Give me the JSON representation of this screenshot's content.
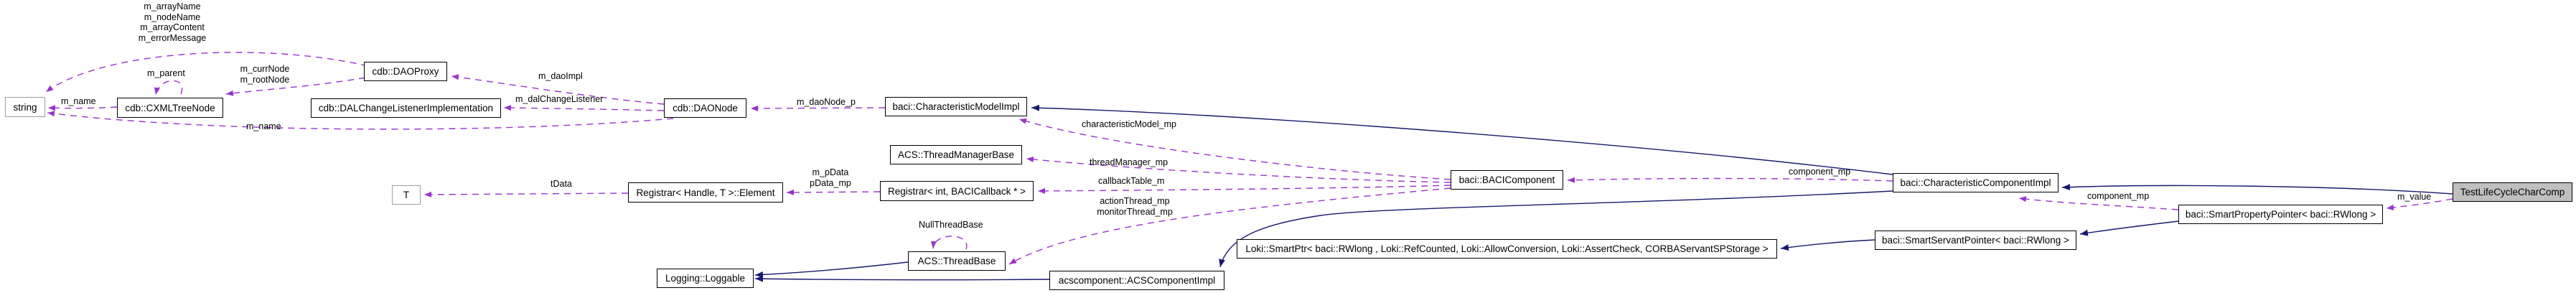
{
  "diagram": {
    "kind": "collaboration-graph",
    "current_class": "TestLifeCycleCharComp"
  },
  "colors": {
    "usage_edge": "#9a32cd",
    "inheritance_edge": "#191970",
    "node_border": "#000000",
    "external_node_border": "#9e9e9e",
    "current_node_fill": "#bfbfbf",
    "background": "#ffffff"
  },
  "nodes": {
    "string": {
      "label": "string"
    },
    "cxmlTreeNode": {
      "label": "cdb::CXMLTreeNode"
    },
    "daoProxy": {
      "label": "cdb::DAOProxy"
    },
    "dalChangeListener": {
      "label": "cdb::DALChangeListenerImplementation"
    },
    "daoNode": {
      "label": "cdb::DAONode"
    },
    "characteristicModelImpl": {
      "label": "baci::CharacteristicModelImpl"
    },
    "threadManagerBase": {
      "label": "ACS::ThreadManagerBase"
    },
    "t": {
      "label": "T"
    },
    "registrarElement": {
      "label": "Registrar< Handle, T >::Element"
    },
    "registrarCallback": {
      "label": "Registrar< int, BACICallback * >"
    },
    "threadBase": {
      "label": "ACS::ThreadBase"
    },
    "loggable": {
      "label": "Logging::Loggable"
    },
    "acsComponentImpl": {
      "label": "acscomponent::ACSComponentImpl"
    },
    "lokiSmartPtr": {
      "label": "Loki::SmartPtr< baci::RWlong , Loki::RefCounted, Loki::AllowConversion, Loki::AssertCheck, CORBAServantSPStorage >"
    },
    "baciComponent": {
      "label": "baci::BACIComponent"
    },
    "characteristicComponentImpl": {
      "label": "baci::CharacteristicComponentImpl"
    },
    "smartServantPointer": {
      "label": "baci::SmartServantPointer< baci::RWlong >"
    },
    "smartPropertyPointer": {
      "label": "baci::SmartPropertyPointer< baci::RWlong >"
    },
    "testLifeCycleCharComp": {
      "label": "TestLifeCycleCharComp"
    }
  },
  "edge_labels": {
    "proxyStringFields": "m_arrayName\nm_nodeName\nm_arrayContent\nm_errorMessage",
    "mParent": "m_parent",
    "currRootNode": "m_currNode\nm_rootNode",
    "mName1": "m_name",
    "mName2": "m_name",
    "mDaoImpl": "m_daoImpl",
    "mDalChangeListener": "m_dalChangeListener",
    "mDaoNodeP": "m_daoNode_p",
    "characteristicModelMp": "characteristicModel_mp",
    "threadManagerMp": "threadManager_mp",
    "tData": "tData",
    "mPData": "m_pData\npData_mp",
    "callbackTableM": "callbackTable_m",
    "actionMonitorThread": "actionThread_mp\nmonitorThread_mp",
    "nullThreadBase": "NullThreadBase",
    "componentMpLeft": "component_mp",
    "componentMpRight": "component_mp",
    "mValue": "m_value"
  }
}
